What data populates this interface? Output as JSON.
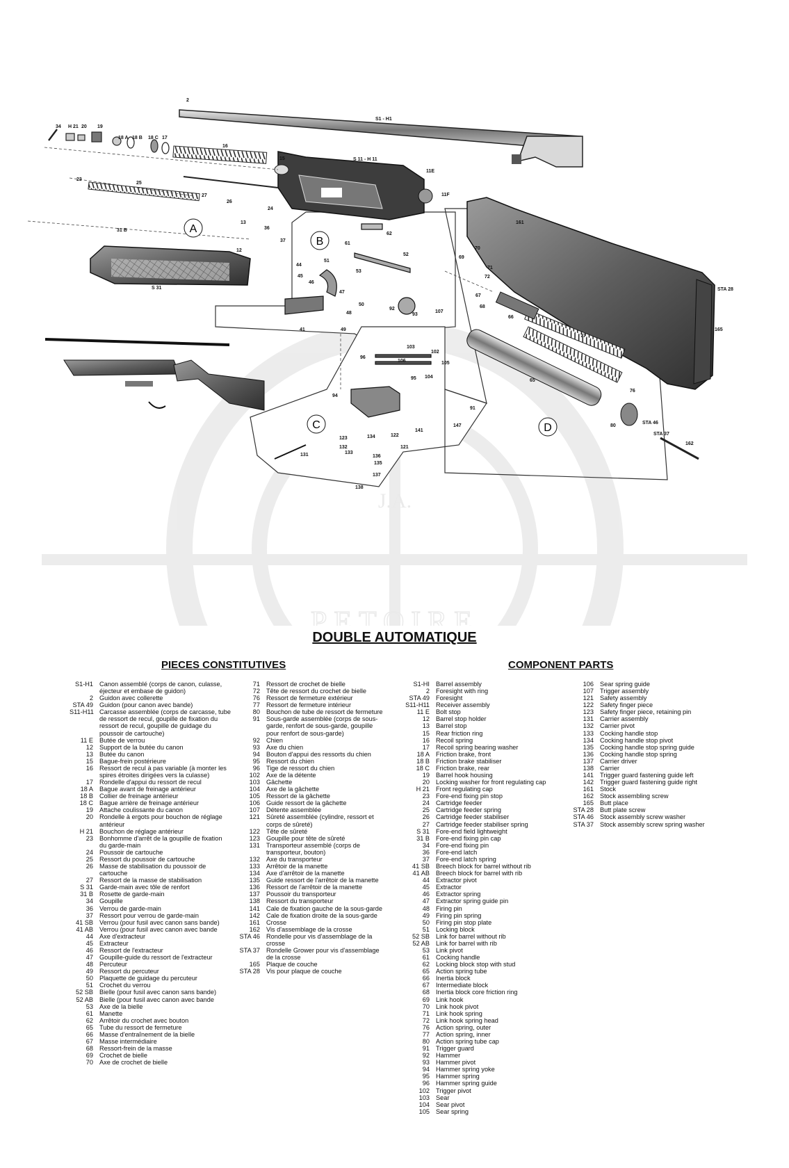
{
  "diagram": {
    "group_labels": [
      "A",
      "B",
      "C",
      "D"
    ],
    "callouts": [
      "2",
      "S1 - H1",
      "34",
      "H 21",
      "20",
      "19",
      "18 A",
      "18 B",
      "18 C",
      "17",
      "16",
      "15",
      "S 11 - H 11",
      "11E",
      "11F",
      "23",
      "25",
      "27",
      "26",
      "24",
      "13",
      "36",
      "37",
      "12",
      "31 B",
      "S 31",
      "62",
      "61",
      "52",
      "51",
      "53",
      "44",
      "45",
      "46",
      "47",
      "50",
      "48",
      "41",
      "49",
      "92",
      "93",
      "107",
      "102",
      "103",
      "105",
      "106",
      "104",
      "95",
      "96",
      "94",
      "91",
      "147",
      "141",
      "122",
      "121",
      "123",
      "132",
      "133",
      "134",
      "136",
      "135",
      "137",
      "131",
      "138",
      "161",
      "70",
      "69",
      "71",
      "72",
      "67",
      "68",
      "66",
      "65",
      "77",
      "76",
      "80",
      "STA 46",
      "STA 37",
      "162",
      "STA 28",
      "165"
    ],
    "watermark": {
      "top": "J.A.",
      "bottom": "PETOIRE"
    }
  },
  "title": "DOUBLE AUTOMATIQUE",
  "french": {
    "heading": "PIECES CONSTITUTIVES",
    "col1": [
      [
        "S1-H1",
        "Canon assemblé (corps de canon, culasse, éjecteur et embase de guidon)"
      ],
      [
        "2",
        "Guidon avec collerette"
      ],
      [
        "STA 49",
        "Guidon (pour canon avec bande)"
      ],
      [
        "S11-H11",
        "Carcasse assemblée (corps de carcasse, tube de ressort de recul, goupille de fixation du ressort de recul, goupille de guidage du poussoir de cartouche)"
      ],
      [
        "11 E",
        "Butée de verrou"
      ],
      [
        "12",
        "Support de la butée du canon"
      ],
      [
        "13",
        "Butée du canon"
      ],
      [
        "15",
        "Bague-frein postérieure"
      ],
      [
        "16",
        "Ressort de recul à pas variable (à monter les spires étroites dirigées vers la culasse)"
      ],
      [
        "17",
        "Rondelle d'appui du ressort de recul"
      ],
      [
        "18 A",
        "Bague avant de freinage antérieur"
      ],
      [
        "18 B",
        "Collier de freinage antérieur"
      ],
      [
        "18 C",
        "Bague arrière de freinage antérieur"
      ],
      [
        "19",
        "Attache coulissante du canon"
      ],
      [
        "20",
        "Rondelle à ergots pour bouchon de réglage antérieur"
      ],
      [
        "H 21",
        "Bouchon de réglage antérieur"
      ],
      [
        "23",
        "Bonhomme d'arrêt de la goupille de fixation du garde-main"
      ],
      [
        "24",
        "Poussoir de cartouche"
      ],
      [
        "25",
        "Ressort du poussoir de cartouche"
      ],
      [
        "26",
        "Masse de stabilisation du poussoir de cartouche"
      ],
      [
        "27",
        "Ressort de la masse de stabilisation"
      ],
      [
        "S 31",
        "Garde-main avec tôle de renfort"
      ],
      [
        "31 B",
        "Rosette de garde-main"
      ],
      [
        "34",
        "Goupille"
      ],
      [
        "36",
        "Verrou de garde-main"
      ],
      [
        "37",
        "Ressort pour verrou de garde-main"
      ],
      [
        "41 SB",
        "Verrou (pour fusil avec canon sans bande)"
      ],
      [
        "41 AB",
        "Verrou (pour fusil avec canon avec bande"
      ],
      [
        "44",
        "Axe d'extracteur"
      ],
      [
        "45",
        "Extracteur"
      ],
      [
        "46",
        "Ressort de l'extracteur"
      ],
      [
        "47",
        "Goupille-guide du ressort de l'extracteur"
      ],
      [
        "48",
        "Percuteur"
      ],
      [
        "49",
        "Ressort du percuteur"
      ],
      [
        "50",
        "Plaquette de guidage du percuteur"
      ],
      [
        "51",
        "Crochet du verrou"
      ],
      [
        "52 SB",
        "Bielle (pour fusil avec canon sans bande)"
      ],
      [
        "52 AB",
        "Bielle (pour fusil avec canon avec bande"
      ],
      [
        "53",
        "Axe de la bielle"
      ],
      [
        "61",
        "Manette"
      ],
      [
        "62",
        "Arrêtoir du crochet avec bouton"
      ],
      [
        "65",
        "Tube du ressort de fermeture"
      ],
      [
        "66",
        "Masse d'entraînement de la bielle"
      ],
      [
        "67",
        "Masse intermédiaire"
      ],
      [
        "68",
        "Ressort-frein de la masse"
      ],
      [
        "69",
        "Crochet de bielle"
      ],
      [
        "70",
        "Axe de crochet de bielle"
      ]
    ],
    "col2": [
      [
        "71",
        "Ressort de crochet de bielle"
      ],
      [
        "72",
        "Tête de ressort du crochet de bielle"
      ],
      [
        "76",
        "Ressort de fermeture extérieur"
      ],
      [
        "77",
        "Ressort de fermeture intérieur"
      ],
      [
        "80",
        "Bouchon de tube de ressort de fermeture"
      ],
      [
        "91",
        "Sous-garde assemblée (corps de sous-garde, renfort de sous-garde, goupille pour renfort de sous-garde)"
      ],
      [
        "92",
        "Chien"
      ],
      [
        "93",
        "Axe du chien"
      ],
      [
        "94",
        "Bouton d'appui des ressorts du chien"
      ],
      [
        "95",
        "Ressort du chien"
      ],
      [
        "96",
        "Tige de ressort du chien"
      ],
      [
        "102",
        "Axe de la détente"
      ],
      [
        "103",
        "Gâchette"
      ],
      [
        "104",
        "Axe de la gâchette"
      ],
      [
        "105",
        "Ressort de la gâchette"
      ],
      [
        "106",
        "Guide ressort de la gâchette"
      ],
      [
        "107",
        "Détente assemblée"
      ],
      [
        "121",
        "Sûreté assemblée (cylindre, ressort et corps de sûreté)"
      ],
      [
        "122",
        "Tête de sûreté"
      ],
      [
        "123",
        "Goupille pour tête de sûreté"
      ],
      [
        "131",
        "Transporteur assemblé (corps de transporteur, bouton)"
      ],
      [
        "132",
        "Axe du transporteur"
      ],
      [
        "133",
        "Arrêtoir de la manette"
      ],
      [
        "134",
        "Axe d'arrêtoir de la manette"
      ],
      [
        "135",
        "Guide ressort de l'arrêtoir de la manette"
      ],
      [
        "136",
        "Ressort de l'arrêtoir de la manette"
      ],
      [
        "137",
        "Poussoir du transporteur"
      ],
      [
        "138",
        "Ressort du transporteur"
      ],
      [
        "141",
        "Cale de fixation gauche de la sous-garde"
      ],
      [
        "142",
        "Cale de fixation droite de la sous-garde"
      ],
      [
        "161",
        "Crosse"
      ],
      [
        "162",
        "Vis d'assemblage de la crosse"
      ],
      [
        "STA 46",
        "Rondelle pour vis d'assemblage de la crosse"
      ],
      [
        "STA 37",
        "Rondelle Grower pour vis d'assemblage de la crosse"
      ],
      [
        "165",
        "Plaque de couche"
      ],
      [
        "STA 28",
        "Vis pour plaque de couche"
      ]
    ]
  },
  "english": {
    "heading": "COMPONENT PARTS",
    "col1": [
      [
        "S1-HI",
        "Barrel assembly"
      ],
      [
        "2",
        "Foresight with ring"
      ],
      [
        "STA 49",
        "Foresight"
      ],
      [
        "S11-H11",
        "Receiver assembly"
      ],
      [
        "11 E",
        "Bolt stop"
      ],
      [
        "12",
        "Barrel stop holder"
      ],
      [
        "13",
        "Barrel stop"
      ],
      [
        "15",
        "Rear friction ring"
      ],
      [
        "16",
        "Recoil spring"
      ],
      [
        "17",
        "Recoil spring bearing washer"
      ],
      [
        "18 A",
        "Friction brake, front"
      ],
      [
        "18 B",
        "Friction brake stabiliser"
      ],
      [
        "18 C",
        "Friction brake, rear"
      ],
      [
        "19",
        "Barrel hook housing"
      ],
      [
        "20",
        "Locking washer for front regulating cap"
      ],
      [
        "H 21",
        "Front regulating cap"
      ],
      [
        "23",
        "Fore-end fixing pin stop"
      ],
      [
        "24",
        "Cartridge feeder"
      ],
      [
        "25",
        "Cartridge feeder spring"
      ],
      [
        "26",
        "Cartridge feeder stabiliser"
      ],
      [
        "27",
        "Cartridge feeder stabiliser spring"
      ],
      [
        "S 31",
        "Fore-end field lightweight"
      ],
      [
        "31 B",
        "Fore-end fixing pin cap"
      ],
      [
        "34",
        "Fore-end fixing pin"
      ],
      [
        "36",
        "Fore-end latch"
      ],
      [
        "37",
        "Fore-end latch spring"
      ],
      [
        "41 SB",
        "Breech block for barrel without rib"
      ],
      [
        "41 AB",
        "Breech block for barrel with rib"
      ],
      [
        "44",
        "Extractor pivot"
      ],
      [
        "45",
        "Extractor"
      ],
      [
        "46",
        "Extractor spring"
      ],
      [
        "47",
        "Extractor spring guide pin"
      ],
      [
        "48",
        "Firing pin"
      ],
      [
        "49",
        "Firing pin spring"
      ],
      [
        "50",
        "Firing pin stop plate"
      ],
      [
        "51",
        "Locking block"
      ],
      [
        "52 SB",
        "Link for barrel without rib"
      ],
      [
        "52 AB",
        "Link for barrel with rib"
      ],
      [
        "53",
        "Link pivot"
      ],
      [
        "61",
        "Cocking handle"
      ],
      [
        "62",
        "Locking block stop with stud"
      ],
      [
        "65",
        "Action spring tube"
      ],
      [
        "66",
        "Inertia block"
      ],
      [
        "67",
        "Intermediate block"
      ],
      [
        "68",
        "Inertia block core friction ring"
      ],
      [
        "69",
        "Link hook"
      ],
      [
        "70",
        "Link hook pivot"
      ],
      [
        "71",
        "Link hook spring"
      ],
      [
        "72",
        "Link hook spring head"
      ],
      [
        "76",
        "Action spring, outer"
      ],
      [
        "77",
        "Action spring, inner"
      ],
      [
        "80",
        "Action spring tube cap"
      ],
      [
        "91",
        "Trigger guard"
      ],
      [
        "92",
        "Hammer"
      ],
      [
        "93",
        "Hammer pivot"
      ],
      [
        "94",
        "Hammer spring yoke"
      ],
      [
        "95",
        "Hammer spring"
      ],
      [
        "96",
        "Hammer spring guide"
      ],
      [
        "102",
        "Trigger pivot"
      ],
      [
        "103",
        "Sear"
      ],
      [
        "104",
        "Sear pivot"
      ],
      [
        "105",
        "Sear spring"
      ]
    ],
    "col2": [
      [
        "106",
        "Sear spring guide"
      ],
      [
        "107",
        "Trigger assembly"
      ],
      [
        "121",
        "Safety assembly"
      ],
      [
        "122",
        "Safety finger piece"
      ],
      [
        "123",
        "Safety finger piece, retaining pin"
      ],
      [
        "131",
        "Carrier assembly"
      ],
      [
        "132",
        "Carrier pivot"
      ],
      [
        "133",
        "Cocking handle stop"
      ],
      [
        "134",
        "Cocking handle stop pivot"
      ],
      [
        "135",
        "Cocking handle stop spring guide"
      ],
      [
        "136",
        "Cocking handle stop spring"
      ],
      [
        "137",
        "Carrier driver"
      ],
      [
        "138",
        "Carrier"
      ],
      [
        "141",
        "Trigger guard fastening guide left"
      ],
      [
        "142",
        "Trigger guard fastening guide right"
      ],
      [
        "161",
        "Stock"
      ],
      [
        "162",
        "Stock assembling screw"
      ],
      [
        "165",
        "Butt place"
      ],
      [
        "STA 28",
        "Butt plate screw"
      ],
      [
        "STA 46",
        "Stock assembly screw washer"
      ],
      [
        "STA 37",
        "Stock assembly screw spring washer"
      ]
    ]
  }
}
